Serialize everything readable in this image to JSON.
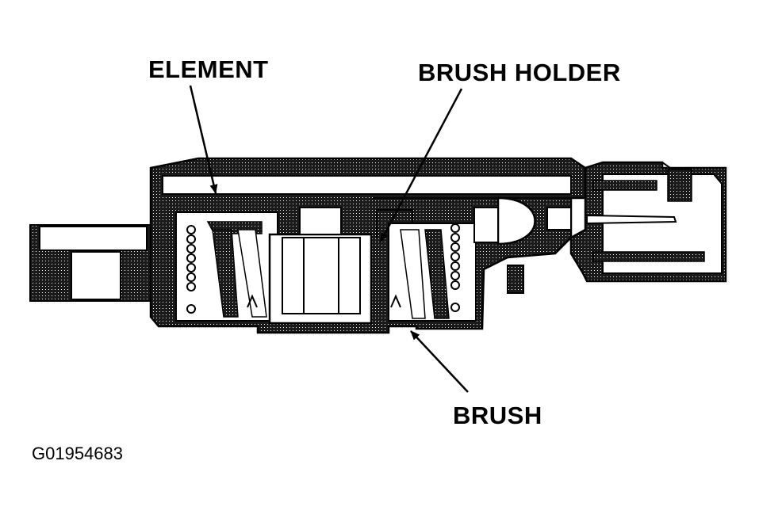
{
  "labels": {
    "element": "ELEMENT",
    "brush_holder": "BRUSH HOLDER",
    "brush": "BRUSH"
  },
  "figure_id": "G01954683",
  "colors": {
    "ink": "#000000",
    "paper": "#ffffff",
    "hatch": "#1a1a1a"
  }
}
